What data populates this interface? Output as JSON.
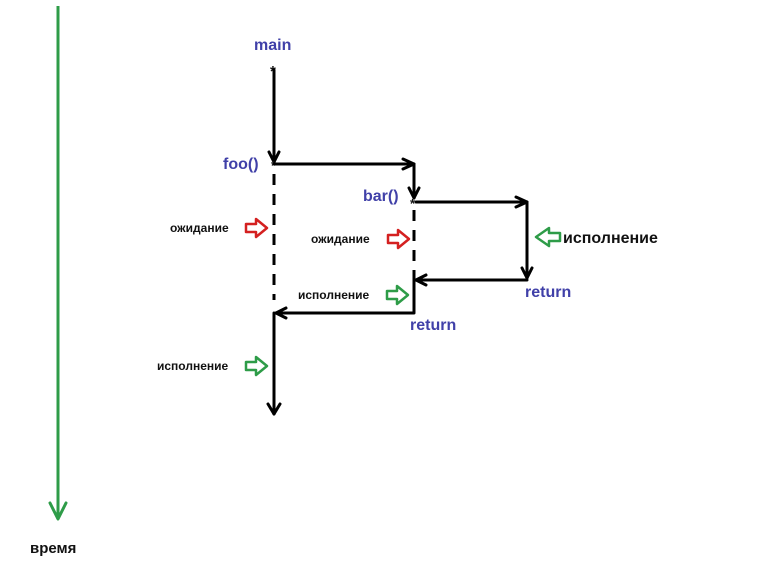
{
  "labels": {
    "main": "main",
    "foo": "foo()",
    "bar": "bar()",
    "return_bar": "return",
    "return_foo": "return",
    "time": "время",
    "start_marker": "*",
    "foo_marker": "*",
    "bar_marker": "*"
  },
  "states": {
    "main_waiting": "ожидание",
    "foo_waiting": "ожидание",
    "bar_executing": "исполнение",
    "foo_executing": "исполнение",
    "main_executing": "исполнение"
  },
  "colors": {
    "time_axis": "#2e9c48",
    "label_blue": "#4040a8",
    "waiting_arrow": "#d42020",
    "executing_arrow": "#2e9c48",
    "flow_line": "#000000"
  },
  "icons": {
    "waiting": "hollow-arrow-right",
    "executing_right": "hollow-arrow-right",
    "executing_left": "hollow-arrow-left"
  }
}
